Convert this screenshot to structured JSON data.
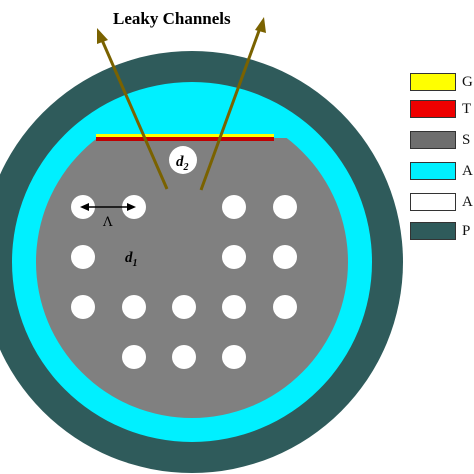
{
  "diagram": {
    "title": "Leaky Channels",
    "labels": {
      "d2_base": "d",
      "d2_sub": "2",
      "d1_base": "d",
      "d1_sub": "1",
      "pitch": "Λ"
    }
  },
  "legend": [
    {
      "label": "G",
      "color": "#ffff00"
    },
    {
      "label": "T",
      "color": "#ee0000"
    },
    {
      "label": "S",
      "color": "#6e6e6e"
    },
    {
      "label": "A",
      "color": "#00f0ff"
    },
    {
      "label": "A",
      "color": "#ffffff"
    },
    {
      "label": "P",
      "color": "#2f5b5b"
    }
  ],
  "colors": {
    "jacket": "#2f5b5b",
    "analyte": "#00f0ff",
    "silica": "#808080",
    "gold": "#ffff00",
    "titanium": "#c00000",
    "arrow": "#7a6200"
  }
}
